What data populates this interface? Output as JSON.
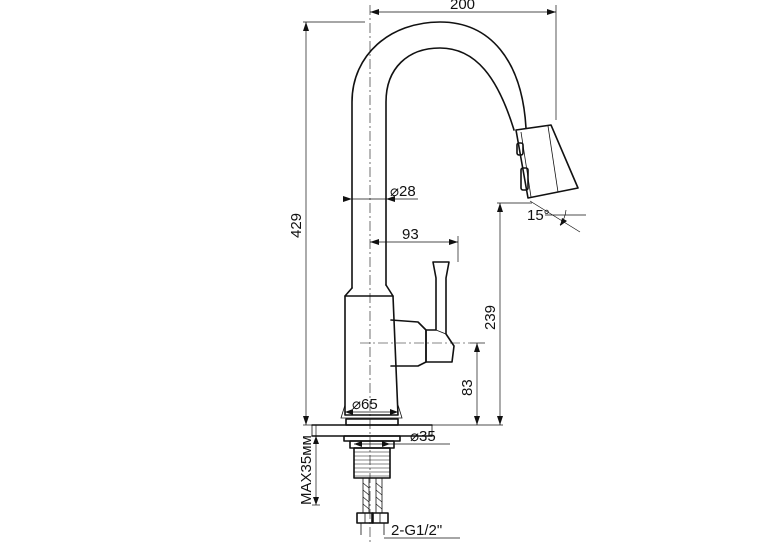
{
  "dimensions": {
    "spout_reach": "200",
    "total_height": "429",
    "spout_diameter": "⌀28",
    "spray_angle": "15°",
    "handle_offset": "93",
    "spout_outlet_height": "239",
    "lever_height": "83",
    "base_diameter": "⌀65",
    "shank_diameter": "⌀35",
    "max_deck_thickness": "MAX35мм",
    "supply_connections": "2-G1/2\""
  },
  "colors": {
    "line": "#111111",
    "background": "#ffffff"
  }
}
